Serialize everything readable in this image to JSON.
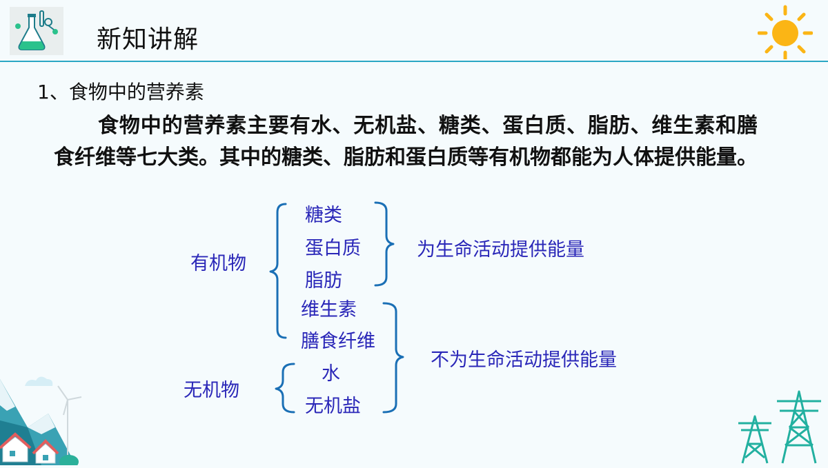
{
  "header": {
    "title": "新知讲解",
    "logo_icon": "flask-molecule-icon",
    "sun_icon": "sun-icon",
    "accent_color": "#2aa7c4"
  },
  "section": {
    "title": "1、食物中的营养素",
    "paragraph": "食物中的营养素主要有水、无机盐、糖类、蛋白质、脂肪、维生素和膳食纤维等七大类。其中的糖类、脂肪和蛋白质等有机物都能为人体提供能量。"
  },
  "diagram": {
    "organic": "有机物",
    "inorganic": "无机物",
    "items": [
      "糖类",
      "蛋白质",
      "脂肪",
      "维生素",
      "膳食纤维",
      "水",
      "无机盐"
    ],
    "energy": "为生命活动提供能量",
    "no_energy": "不为生命活动提供能量",
    "text_color": "#2a27b8",
    "brace_color": "#1a6fb5"
  }
}
